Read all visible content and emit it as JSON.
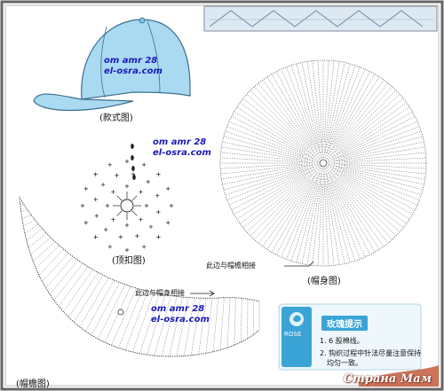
{
  "captions": {
    "style": "(款式图)",
    "button": "(顶扣图)",
    "body": "(帽身图)",
    "brim": "(帽檐图)"
  },
  "annotations": {
    "body_edge": "此边与帽檐相接",
    "brim_edge": "此边与帽身相接"
  },
  "watermarks": [
    {
      "line1": "om amr 28",
      "line2": "el-osra.com"
    },
    {
      "line1": "om amr 28",
      "line2": "el-osra.com"
    },
    {
      "line1": "om amr 28",
      "line2": "el-osra.com"
    }
  ],
  "tips": {
    "title": "玫瑰提示",
    "logo": "ROSE",
    "items": [
      "1. 6 股棉线。",
      "2. 钩织过程中针法尽量注意保持",
      "均匀一致。"
    ]
  },
  "brand": "Страна Мам",
  "colors": {
    "cap_fill": "#a9daf2",
    "cap_stroke": "#3b6f8f",
    "tip_accent": "#3aa4d6",
    "watermark": "#1a1ab8"
  }
}
